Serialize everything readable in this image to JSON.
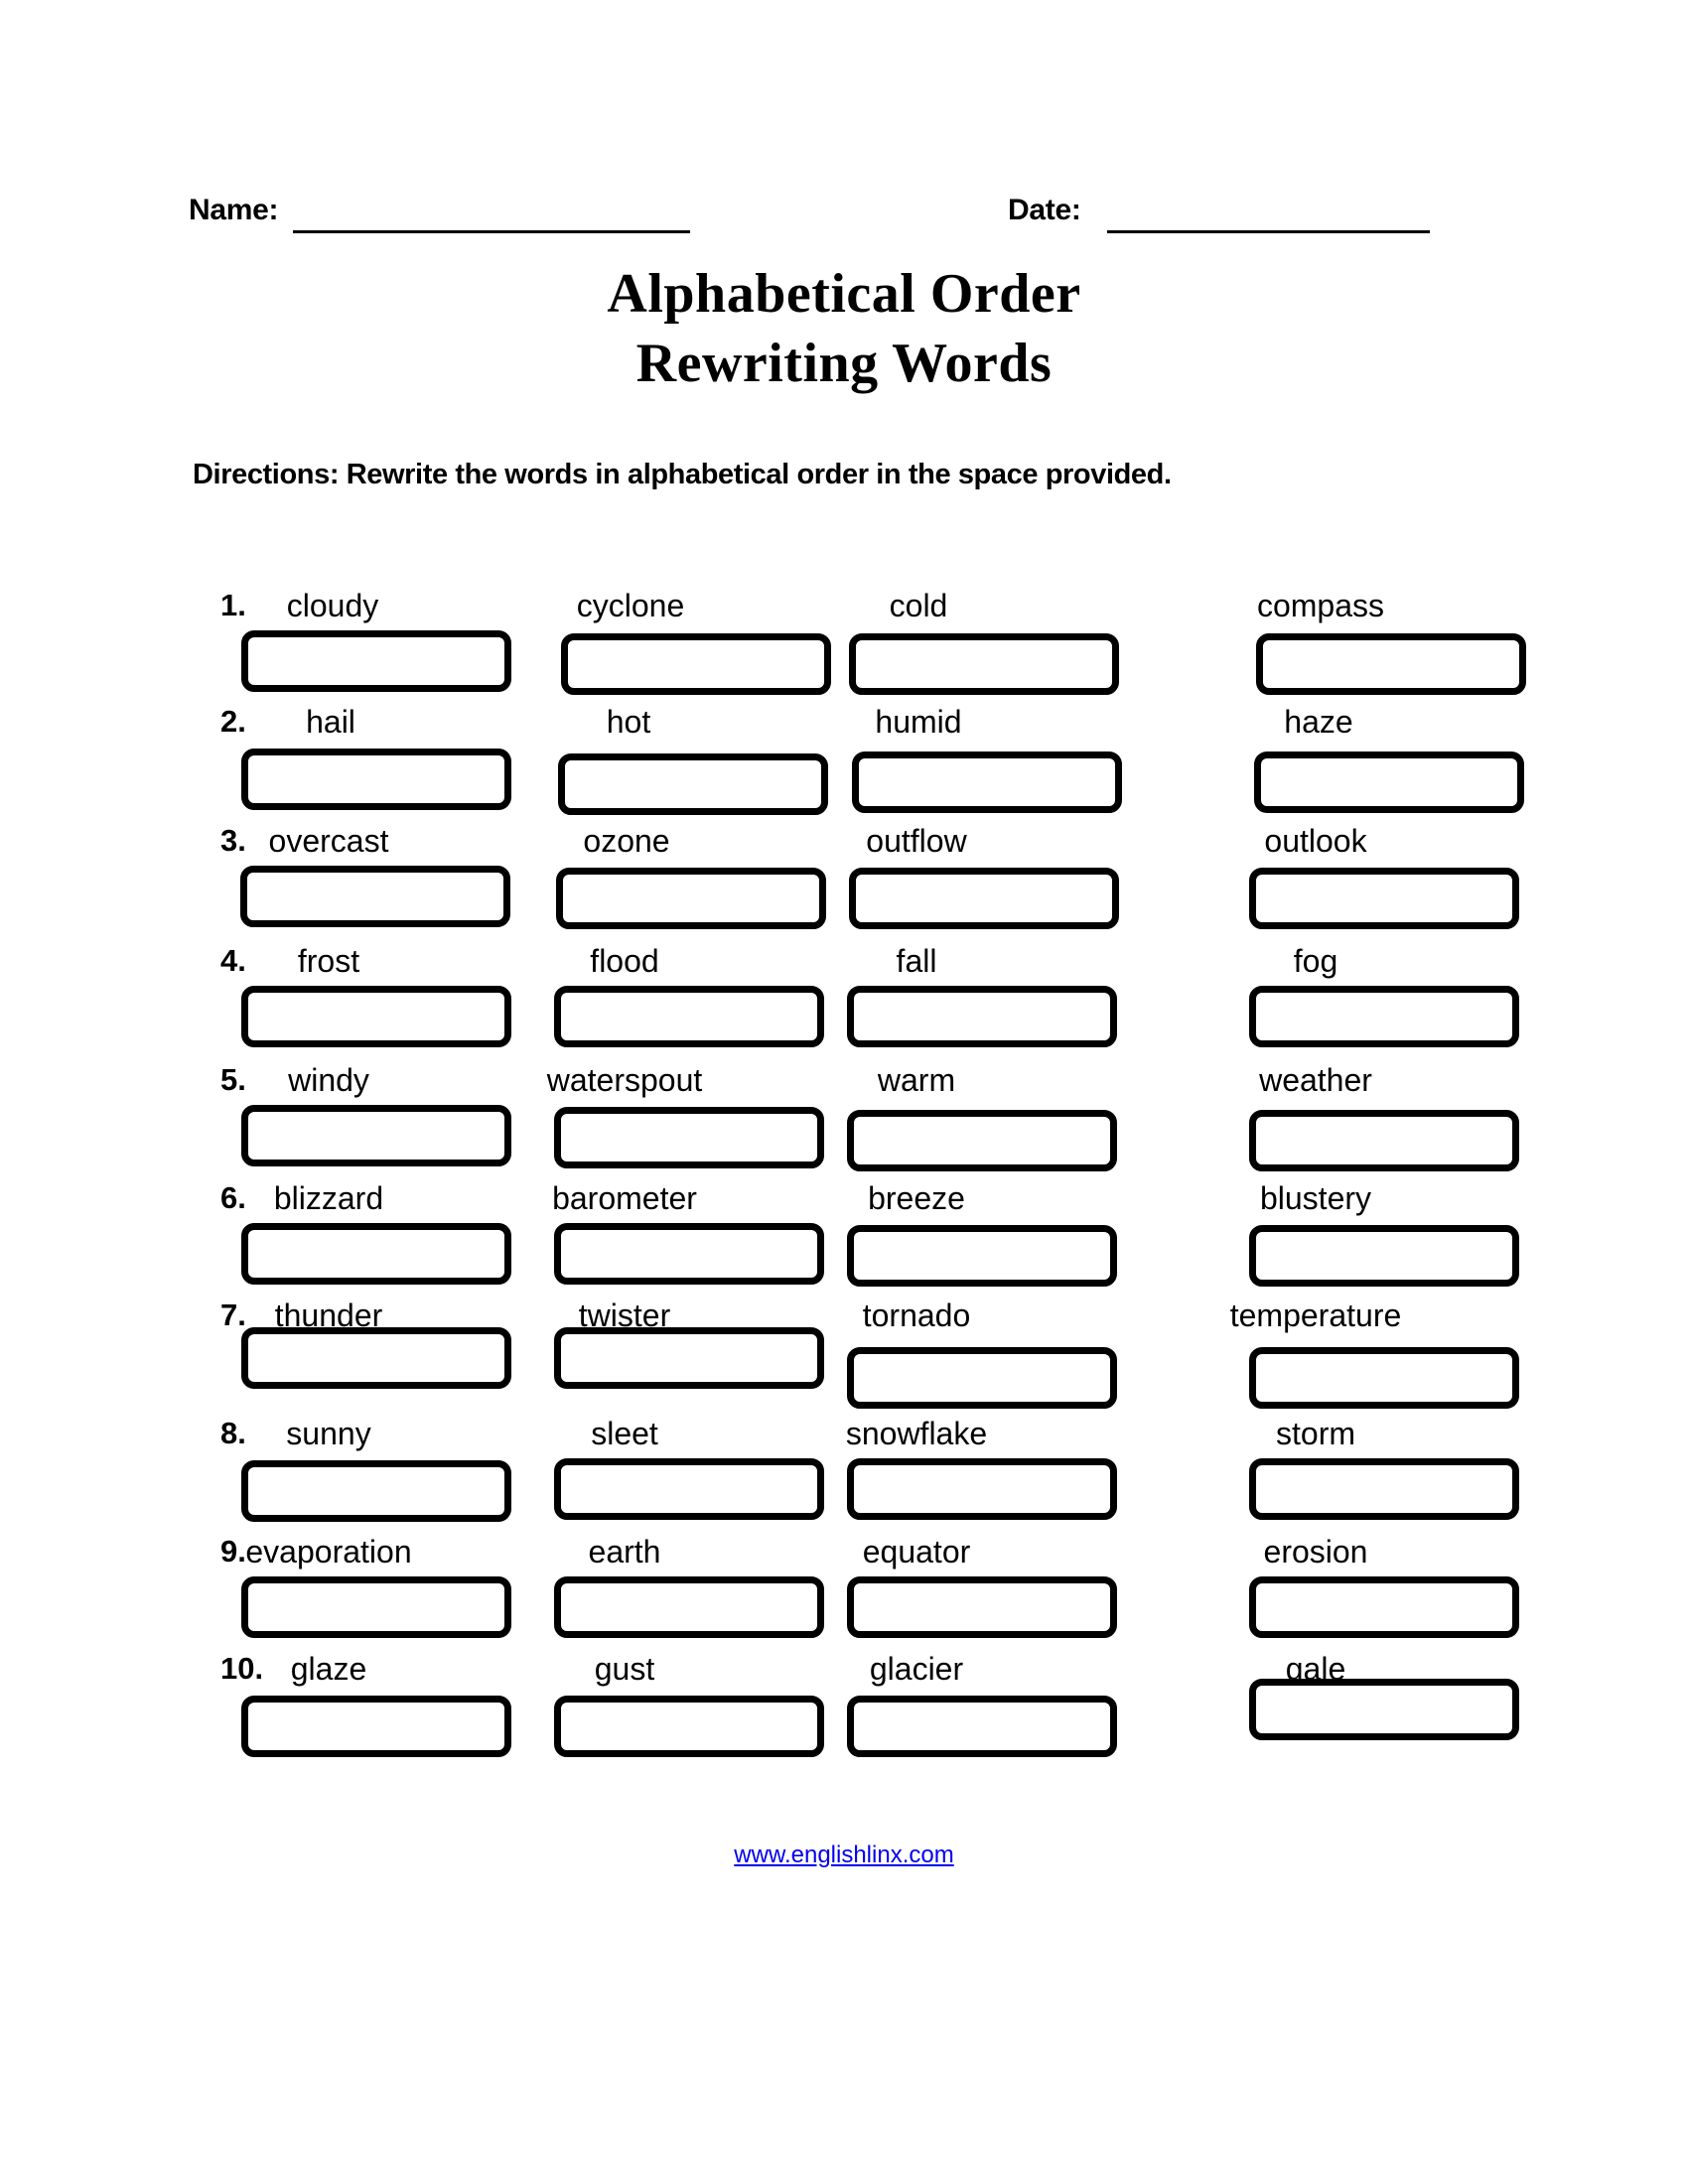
{
  "header": {
    "name_label": "Name:",
    "date_label": "Date:"
  },
  "title": {
    "line1": "Alphabetical Order",
    "line2": "Rewriting Words"
  },
  "directions": "Directions: Rewrite the words in alphabetical order in the space provided.",
  "footer": {
    "link_text": "www.englishlinx.com",
    "link_color": "#0000ee"
  },
  "exercise": {
    "columns": 4,
    "rows": [
      {
        "number": "1.",
        "words": [
          "cloudy",
          "cyclone",
          "cold",
          "compass"
        ]
      },
      {
        "number": "2.",
        "words": [
          "hail",
          "hot",
          "humid",
          "haze"
        ]
      },
      {
        "number": "3.",
        "words": [
          "overcast",
          "ozone",
          "outflow",
          "outlook"
        ]
      },
      {
        "number": "4.",
        "words": [
          "frost",
          "flood",
          "fall",
          "fog"
        ]
      },
      {
        "number": "5.",
        "words": [
          "windy",
          "waterspout",
          "warm",
          "weather"
        ]
      },
      {
        "number": "6.",
        "words": [
          "blizzard",
          "barometer",
          "breeze",
          "blustery"
        ]
      },
      {
        "number": "7.",
        "words": [
          "thunder",
          "twister",
          "tornado",
          "temperature"
        ]
      },
      {
        "number": "8.",
        "words": [
          "sunny",
          "sleet",
          "snowflake",
          "storm"
        ]
      },
      {
        "number": "9.",
        "words": [
          "evaporation",
          "earth",
          "equator",
          "erosion"
        ]
      },
      {
        "number": "10.",
        "words": [
          "glaze",
          "gust",
          "glacier",
          "gale"
        ]
      }
    ]
  }
}
